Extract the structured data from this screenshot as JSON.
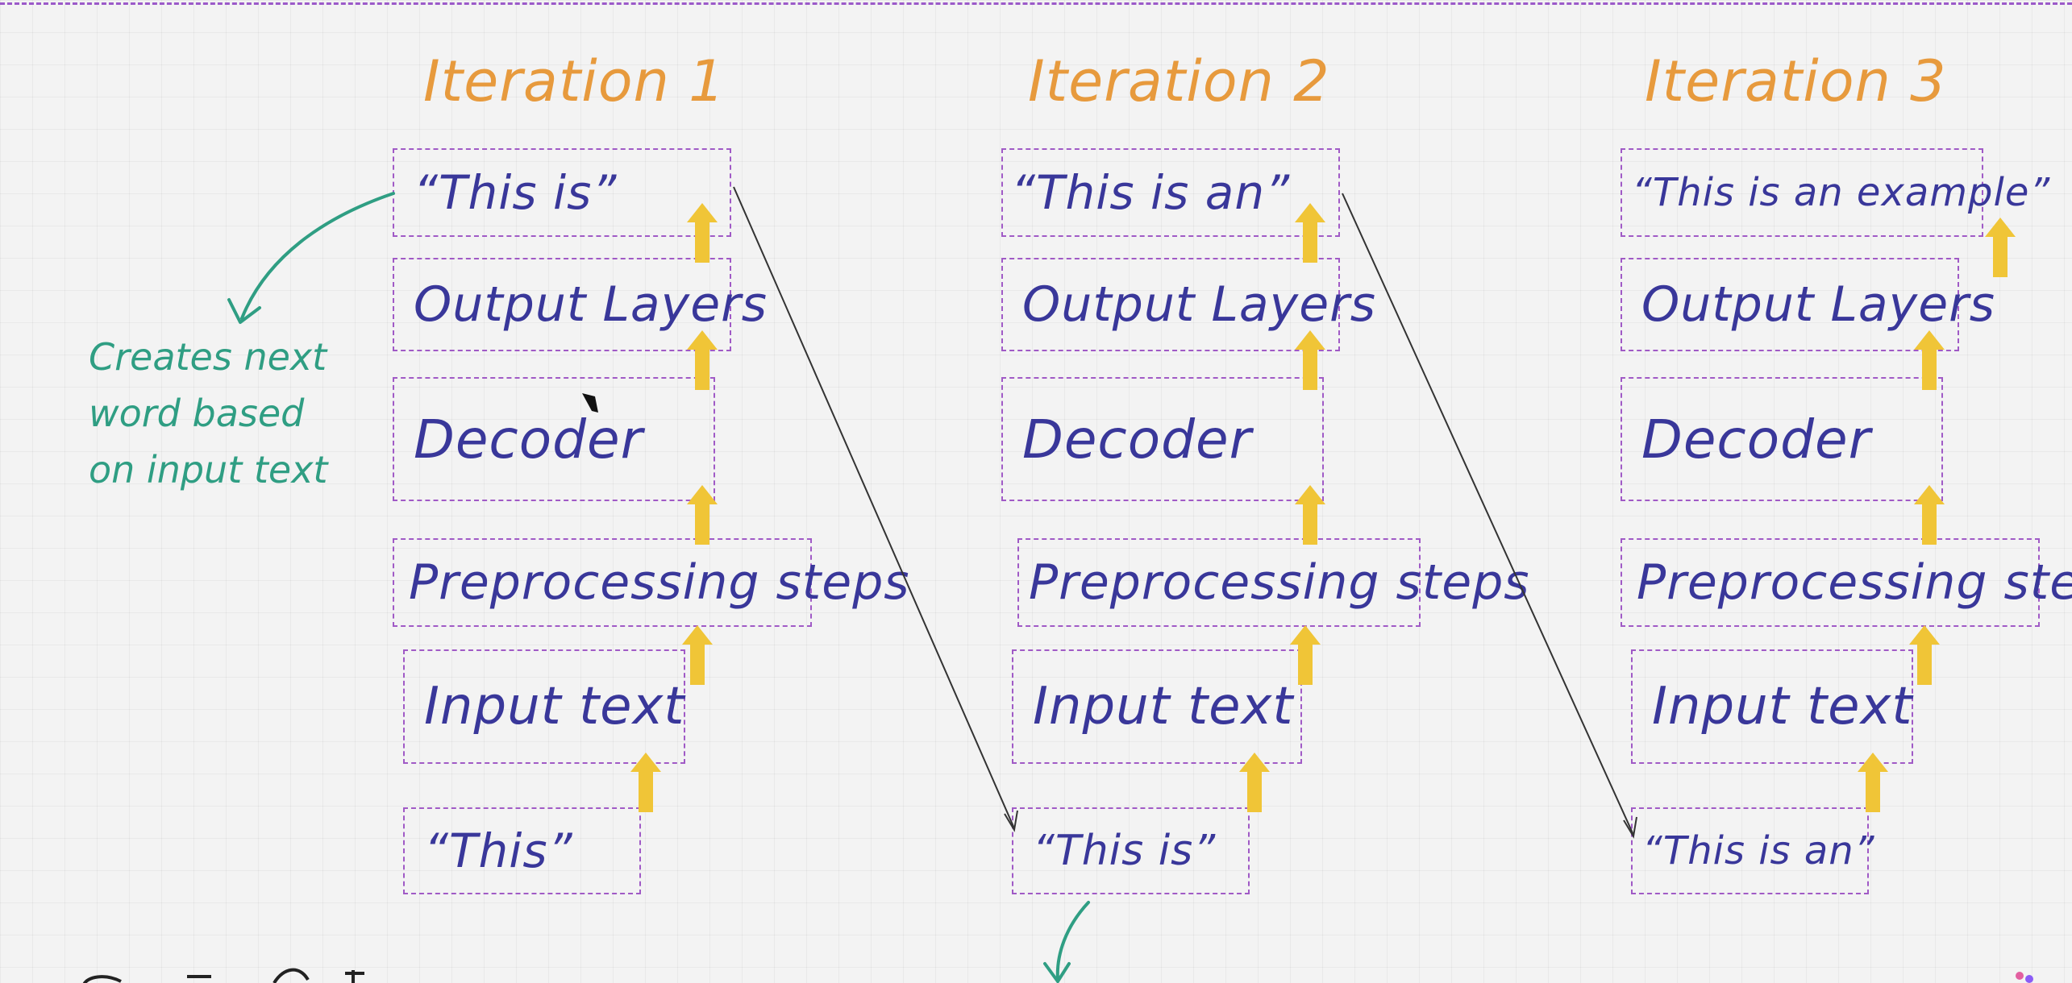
{
  "iterations": [
    {
      "title": "Iteration 1",
      "output": "“This is”",
      "layers": [
        "Output Layers",
        "Decoder",
        "Preprocessing steps",
        "Input text"
      ],
      "input": "“This”"
    },
    {
      "title": "Iteration 2",
      "output": "“This is an”",
      "layers": [
        "Output Layers",
        "Decoder",
        "Preprocessing steps",
        "Input text"
      ],
      "input": "“This is”"
    },
    {
      "title": "Iteration 3",
      "output": "“This is an example”",
      "layers": [
        "Output Layers",
        "Decoder",
        "Preprocessing steps",
        "Input text"
      ],
      "input": "“This is an”"
    }
  ],
  "annotation": {
    "line1": "Creates next",
    "line2": "word based",
    "line3": "on input text"
  },
  "colors": {
    "title": "#e79a3d",
    "box_border": "#a05ac6",
    "box_text": "#39379a",
    "arrow": "#f0c537",
    "annotation": "#2f9e83"
  }
}
